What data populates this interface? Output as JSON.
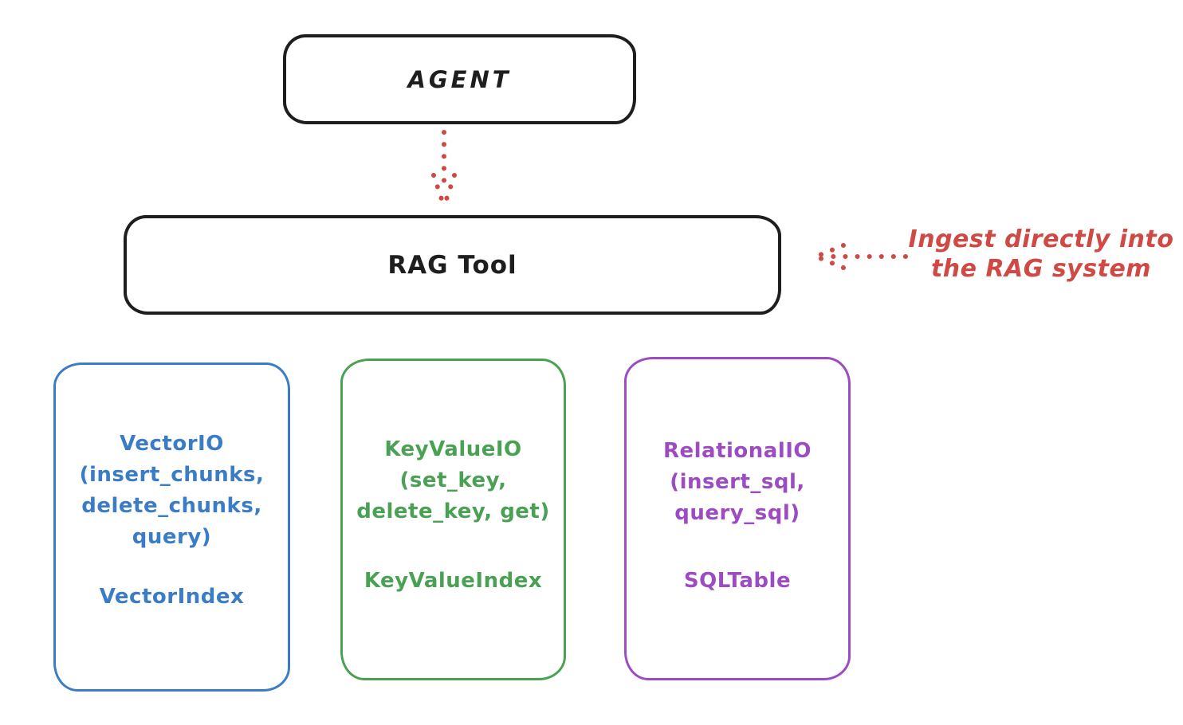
{
  "colors": {
    "ink": "#1e1e1e",
    "red": "#cf4a44",
    "blue": "#3b7cc6",
    "green": "#4aa154",
    "purple": "#9c4bc2",
    "background": "#ffffff"
  },
  "agent_box": {
    "label": "AGENT"
  },
  "rag_tool_box": {
    "label": "RAG Tool"
  },
  "annotation": {
    "line1": "Ingest directly into",
    "line2": "the RAG system"
  },
  "arrows": {
    "agent_to_rag": "dotted-arrow-down",
    "annotation_to_rag": "dotted-arrow-left"
  },
  "io_boxes": {
    "vector": {
      "title": "VectorIO",
      "params": [
        "(insert_chunks,",
        "delete_chunks,",
        "query)"
      ],
      "index_label": "VectorIndex",
      "color": "#3b7cc6"
    },
    "keyvalue": {
      "title": "KeyValueIO",
      "params": [
        "(set_key,",
        "delete_key, get)"
      ],
      "index_label": "KeyValueIndex",
      "color": "#4aa154"
    },
    "relational": {
      "title": "RelationalIO",
      "params": [
        "(insert_sql,",
        "query_sql)"
      ],
      "index_label": "SQLTable",
      "color": "#9c4bc2"
    }
  }
}
